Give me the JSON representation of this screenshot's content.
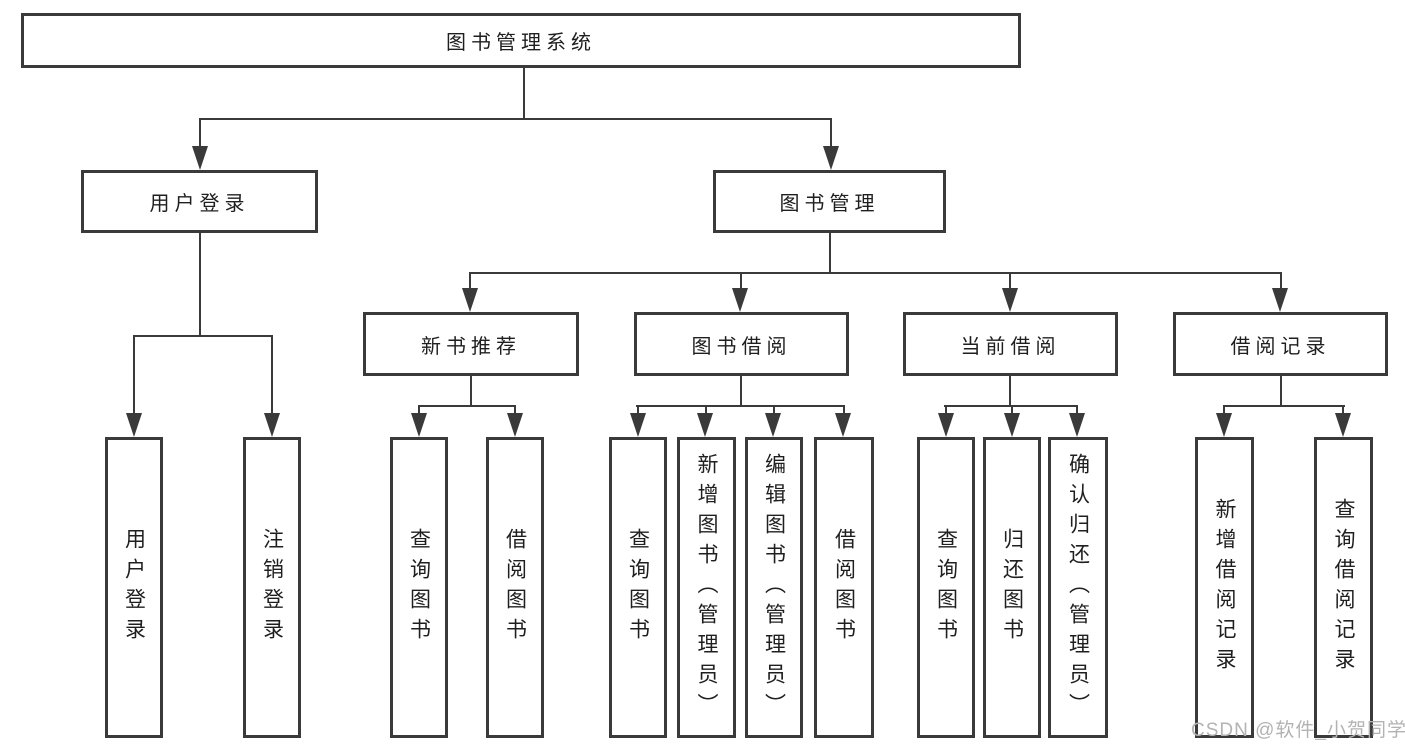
{
  "diagram": {
    "title": "图书管理系统",
    "colors": {
      "line": "#3a3a3a",
      "text": "#1f1f1f",
      "watermark": "#b3b3b3",
      "background": "#ffffff"
    },
    "nodes": {
      "root": "图书管理系统",
      "user_login": "用户登录",
      "book_mgmt": "图书管理",
      "new_books": "新书推荐",
      "borrowing": "图书借阅",
      "current": "当前借阅",
      "records": "借阅记录",
      "login": "用户登录",
      "logout": "注销登录",
      "nb_search": "查询图书",
      "nb_borrow": "借阅图书",
      "bw_search": "查询图书",
      "bw_add": "新增图书（管理员）",
      "bw_edit": "编辑图书（管理员）",
      "bw_borrow": "借阅图书",
      "cur_search": "查询图书",
      "cur_return": "归还图书",
      "cur_confirm": "确认归还（管理员）",
      "rec_add": "新增借阅记录",
      "rec_search": "查询借阅记录"
    },
    "watermark": "CSDN @软件_小贺同学"
  }
}
